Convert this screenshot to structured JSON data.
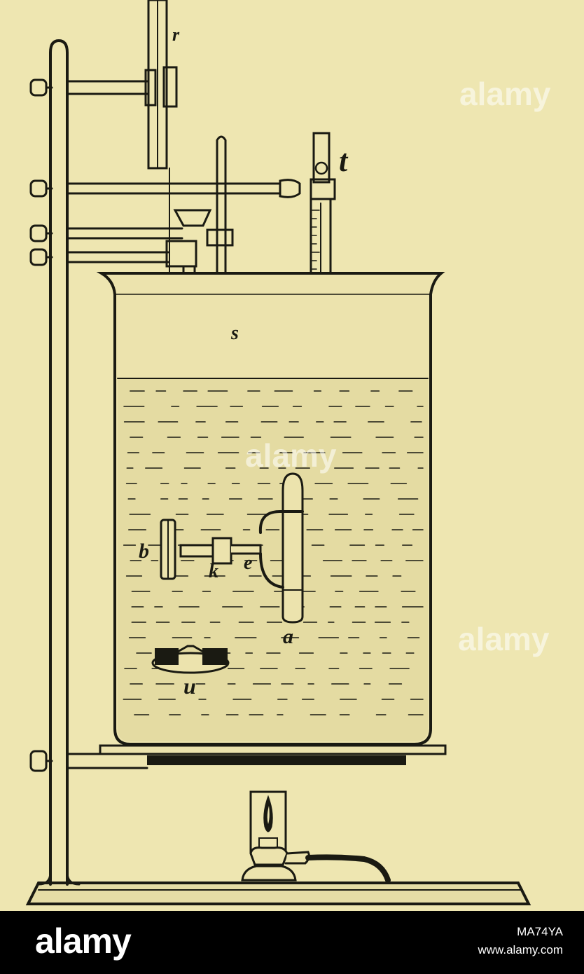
{
  "figure": {
    "labels": {
      "r": "r",
      "t": "t",
      "s": "s",
      "b": "b",
      "k": "k",
      "e": "e",
      "a": "a",
      "u": "u"
    }
  },
  "watermarks": [
    "alamy",
    "alamy",
    "alamy"
  ],
  "footer": {
    "logo_text": "alamy",
    "image_id": "MA74YA",
    "url": "www.alamy.com"
  },
  "colors": {
    "paper": "#eee6b1",
    "ink": "#1a1a12",
    "footer_bg": "#000000"
  }
}
